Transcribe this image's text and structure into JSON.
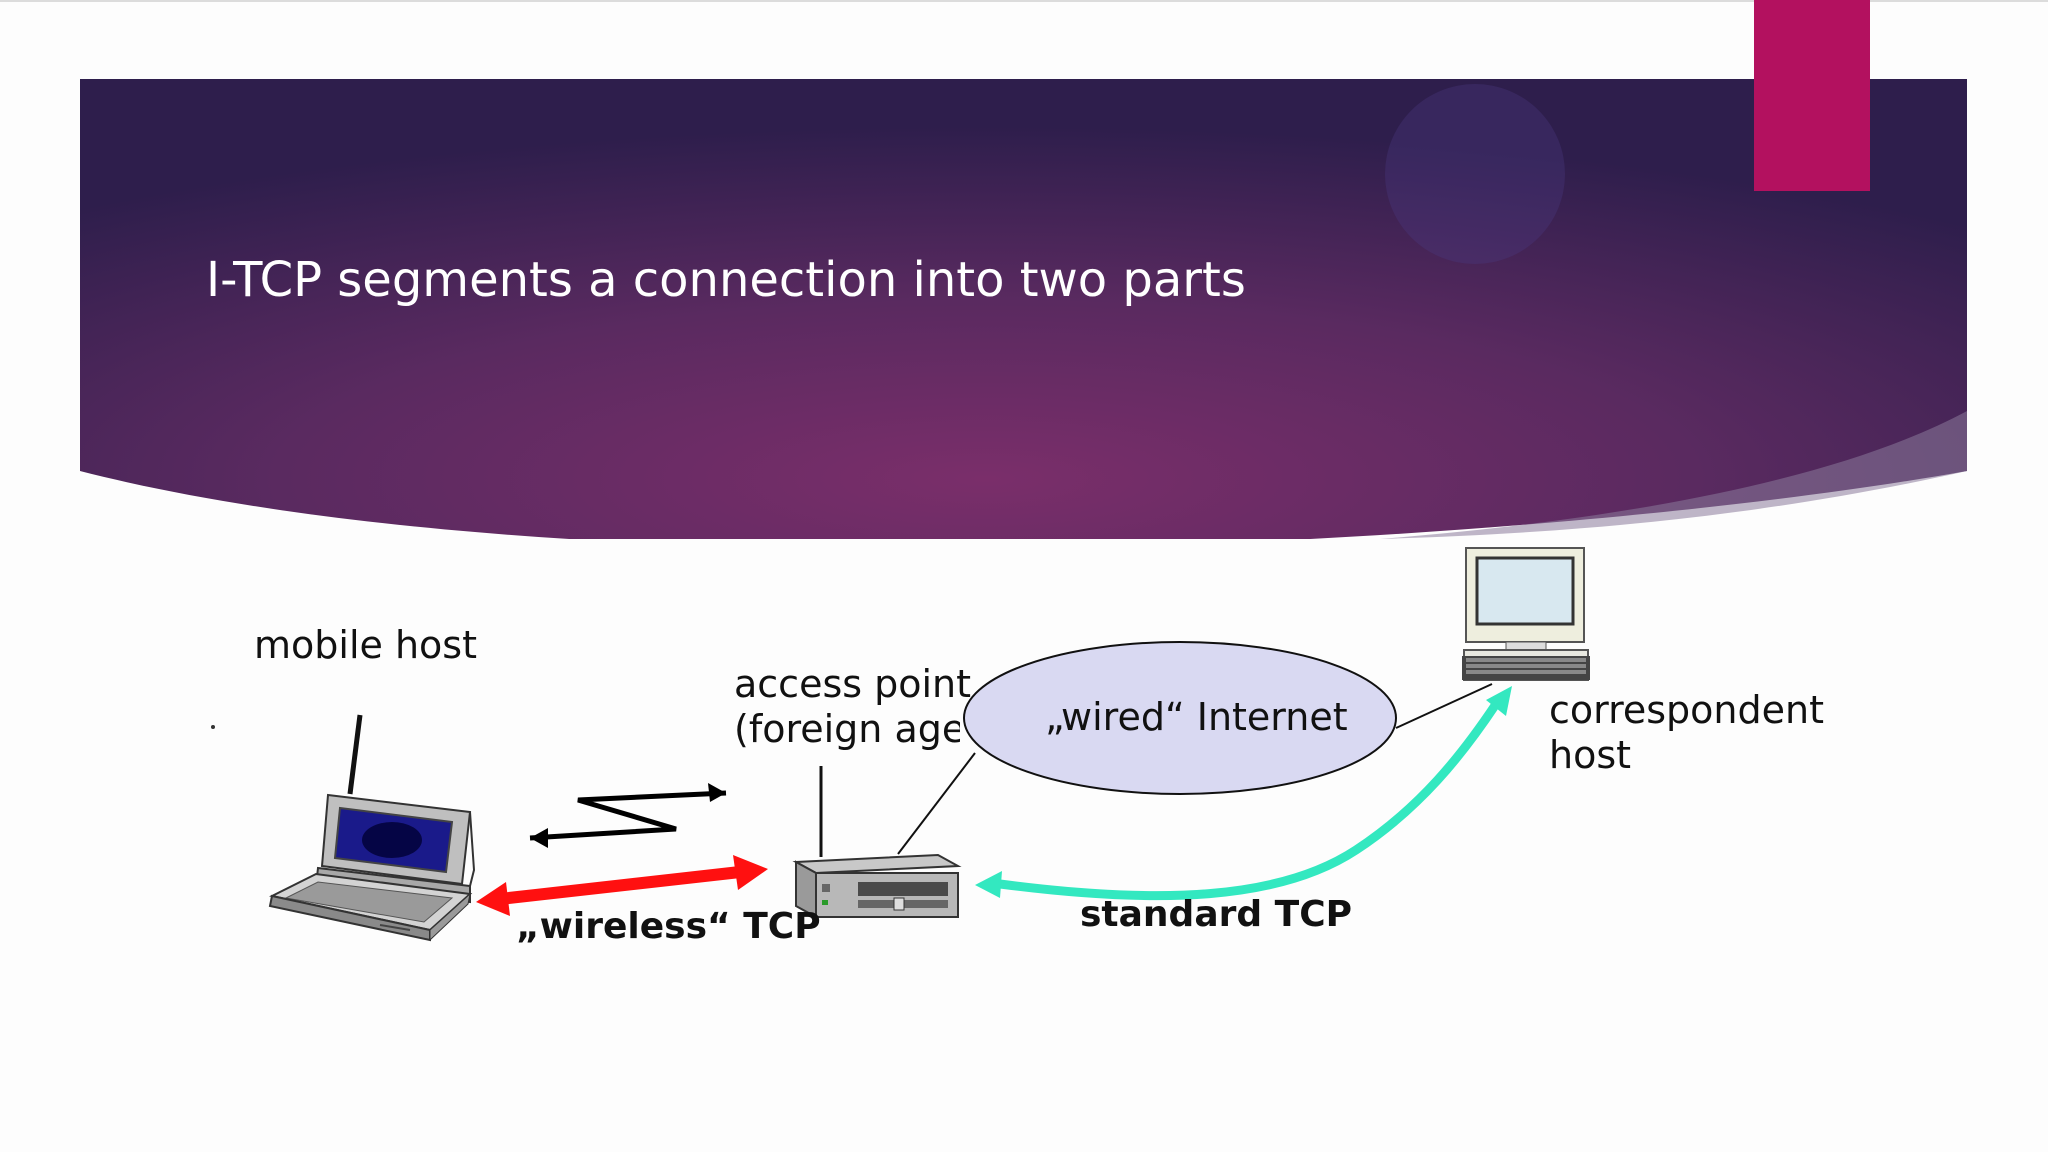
{
  "slide": {
    "title": "I-TCP segments a connection into two parts"
  },
  "diagram": {
    "mobile_host_label": "mobile host",
    "access_point_line1": "access point",
    "access_point_line2": "(foreign agen",
    "internet_label": "„wired“ Internet",
    "correspondent_line1": "correspondent",
    "correspondent_line2": "host",
    "wireless_tcp_label": "„wireless“ TCP",
    "standard_tcp_label": "standard TCP"
  },
  "colors": {
    "banner_dark": "#2d1d4d",
    "banner_mid": "#7a2c6a",
    "accent": "#b3115f",
    "wireless_arrow": "#ff1010",
    "standard_arrow": "#33e8c0",
    "cloud_fill": "#d9d9f2"
  },
  "icons": [
    "laptop-icon",
    "access-point-icon",
    "desktop-computer-icon",
    "radio-link-icon"
  ]
}
